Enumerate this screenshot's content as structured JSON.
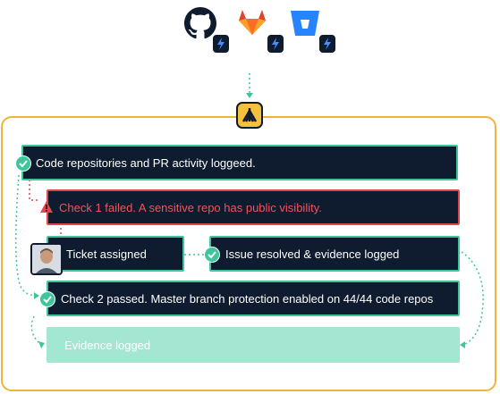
{
  "sources": [
    {
      "name": "GitHub",
      "icon": "github-icon",
      "color": "#0f1b2e"
    },
    {
      "name": "GitLab",
      "icon": "gitlab-icon",
      "color": "#e2432a"
    },
    {
      "name": "Bitbucket",
      "icon": "bitbucket-icon",
      "color": "#2684ff"
    }
  ],
  "colors": {
    "frame": "#f0b33a",
    "card_bg": "#0f1b2e",
    "success": "#3fc59a",
    "failure": "#e0474c",
    "evidence_bg": "#a3e6d2",
    "bolt": "#4a8dff"
  },
  "steps": {
    "repos_logged": "Code repositories and PR activity loggeed.",
    "check1_failed": "Check 1 failed. A sensitive repo has public visibility.",
    "ticket_assigned": "Ticket assigned",
    "issue_resolved": "Issue resolved & evidence logged",
    "check2_passed": "Check 2 passed. Master branch protection enabled on 44/44 code repos",
    "evidence_logged": "Evidence logged"
  }
}
